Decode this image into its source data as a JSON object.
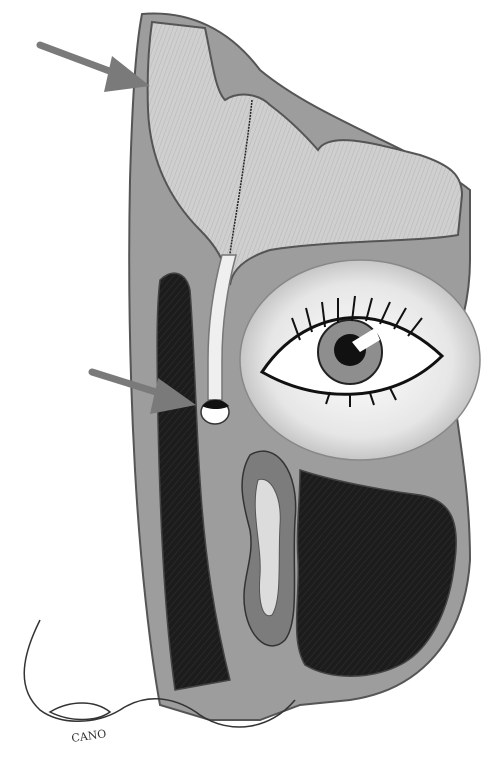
{
  "image": {
    "subject": "sinus-anatomy-illustration",
    "style": "grayscale pencil drawing",
    "signature_text": "CANO"
  },
  "arrows": [
    {
      "name": "arrow-upper",
      "points_to": "frontal-sinus"
    },
    {
      "name": "arrow-lower",
      "points_to": "drainage-duct-opening"
    }
  ],
  "colors": {
    "background": "#ffffff",
    "arrow": "#7a7a7a",
    "sinus_fill": "#c9c9c9",
    "cavity_dark": "#1a1a1a",
    "bone": "#9a9a9a"
  }
}
